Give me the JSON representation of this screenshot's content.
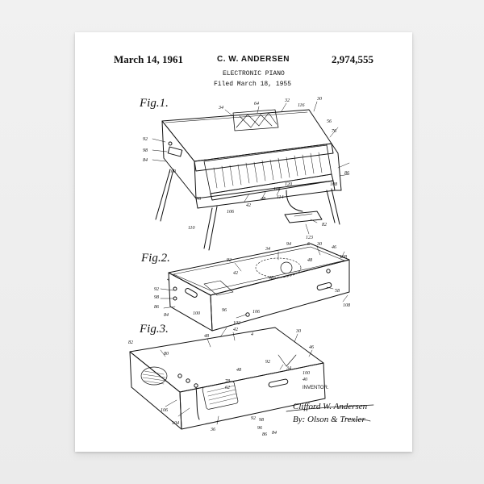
{
  "patent": {
    "date": "March 14, 1961",
    "inventor": "C. W. ANDERSEN",
    "number": "2,974,555",
    "title": "ELECTRONIC PIANO",
    "filed": "Filed March 18, 1955"
  },
  "figures": {
    "fig1_label": "Fig.1.",
    "fig2_label": "Fig.2.",
    "fig3_label": "Fig.3."
  },
  "signature": {
    "inventor_label": "INVENTOR.",
    "name": "Clifford W. Andersen",
    "by_line": "By: Olson & Trexler"
  },
  "colors": {
    "wall": "#eeeeee",
    "paper": "#ffffff",
    "ink": "#111111"
  }
}
